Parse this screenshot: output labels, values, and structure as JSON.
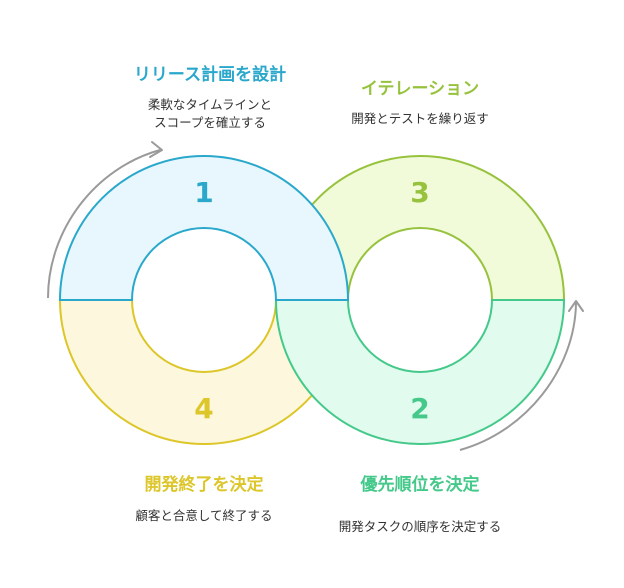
{
  "colors": {
    "blue": "#2aa8cc",
    "blue_fill": "#e8f7fd",
    "green": "#44c98a",
    "green_fill": "#e1fbee",
    "olive": "#97c23d",
    "olive_fill": "#f1fbd9",
    "yellow": "#dcc629",
    "yellow_fill": "#fdf8dd",
    "arrow": "#9a9a9a"
  },
  "steps": [
    {
      "number": "1",
      "title": "リリース計画を設計",
      "description_lines": [
        "柔軟なタイムラインと",
        "スコープを確立する"
      ]
    },
    {
      "number": "2",
      "title": "優先順位を決定",
      "description_lines": [
        "開発タスクの順序を決定する"
      ]
    },
    {
      "number": "3",
      "title": "イテレーション",
      "description_lines": [
        "開発とテストを繰り返す"
      ]
    },
    {
      "number": "4",
      "title": "開発終了を決定",
      "description_lines": [
        "顧客と合意して終了する"
      ]
    }
  ]
}
